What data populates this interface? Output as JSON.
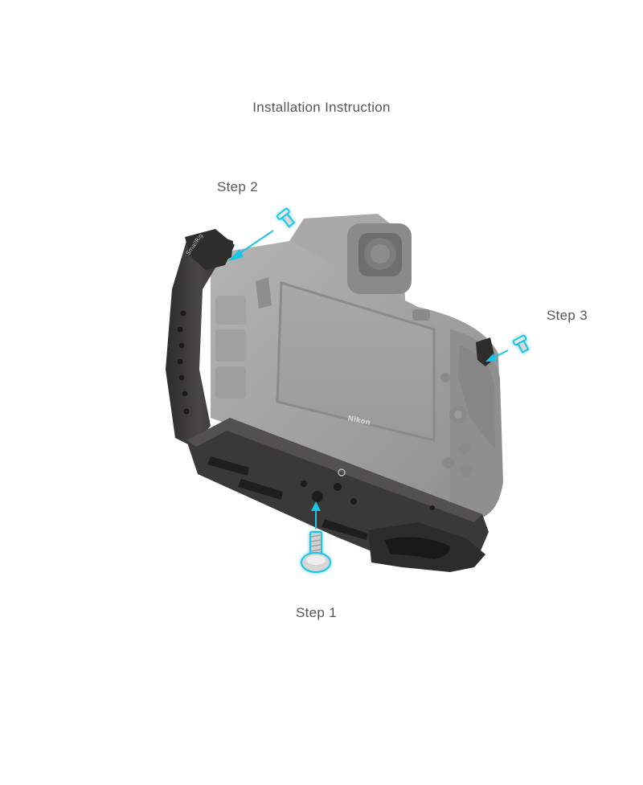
{
  "title": "Installation Instruction",
  "steps": {
    "step1": "Step 1",
    "step2": "Step 2",
    "step3": "Step 3"
  },
  "camera": {
    "brand_label": "Nikon"
  },
  "cage": {
    "brand_label": "SmallRig"
  },
  "colors": {
    "highlight": "#19c6e6",
    "cage": "#3a3737",
    "camera": "#9a9a9a",
    "text": "#555555"
  },
  "icons": [
    "screw-icon",
    "arrow-icon"
  ]
}
